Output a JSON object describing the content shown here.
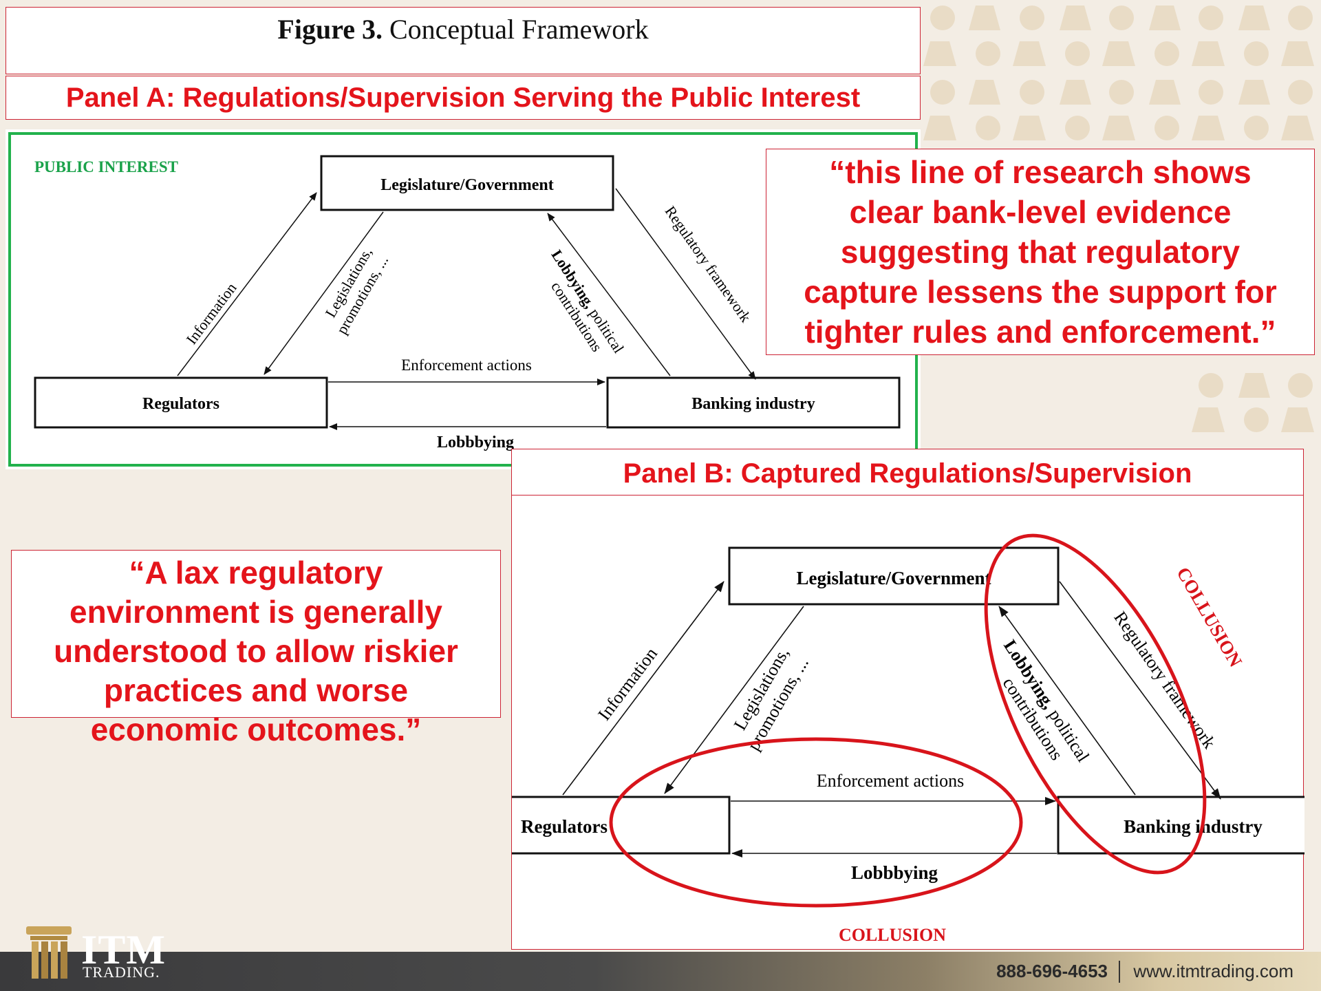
{
  "figure": {
    "label": "Figure 3.",
    "title": "Conceptual Framework"
  },
  "panel_a": {
    "heading": "Panel A: Regulations/Supervision Serving the Public Interest",
    "public_interest": "PUBLIC INTEREST",
    "nodes": {
      "legislature": "Legislature/Government",
      "regulators": "Regulators",
      "banking": "Banking industry"
    },
    "edges": {
      "information": "Information",
      "legislations_1": "Legislations,",
      "legislations_2": "promotions, ...",
      "lobbying_bold": "Lobbying,",
      "lobbying_rest": " political",
      "contributions": "contributions",
      "regulatory_framework": "Regulatory framework",
      "enforcement": "Enforcement actions",
      "lobbbying": "Lobbbying"
    },
    "colors": {
      "border": "#22b24c",
      "label": "#1aa24a"
    }
  },
  "panel_b": {
    "heading": "Panel B: Captured Regulations/Supervision",
    "nodes": {
      "legislature": "Legislature/Government",
      "regulators": "Regulators",
      "banking": "Banking industry"
    },
    "edges": {
      "information": "Information",
      "legislations_1": "Legislations,",
      "legislations_2": "promotions, ...",
      "lobbying_bold": "Lobbying,",
      "lobbying_rest": " political",
      "contributions": "contributions",
      "regulatory_framework": "Regulatory framework",
      "enforcement": "Enforcement actions",
      "lobbbying": "Lobbbying"
    },
    "collusion_top": "COLLUSION",
    "collusion_bottom": "COLLUSION",
    "colors": {
      "ellipse": "#d8141b"
    }
  },
  "quote_right": [
    "“this line of research shows",
    "clear bank-level evidence",
    "suggesting that regulatory",
    "capture lessens the support for",
    "tighter rules and enforcement.”"
  ],
  "quote_left": [
    "“A lax regulatory",
    "environment is generally",
    "understood to allow riskier",
    "practices and worse",
    "economic outcomes.”"
  ],
  "footer": {
    "logo_text": "ITM",
    "logo_sub": "TRADING.",
    "phone": "888-696-4653",
    "website": "www.itmtrading.com"
  },
  "colors": {
    "accent": "#e4141b",
    "background": "#f3ede4"
  }
}
